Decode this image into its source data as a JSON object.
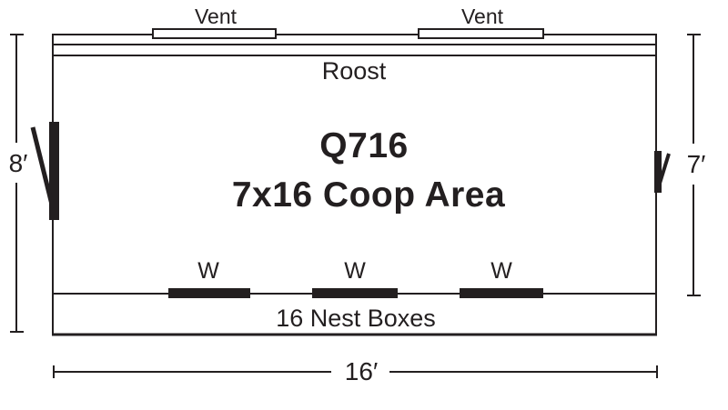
{
  "plan": {
    "model": "Q716",
    "area_label": "7x16 Coop Area",
    "roost_label": "Roost",
    "nest_boxes_label": "16 Nest Boxes",
    "vents": [
      {
        "label": "Vent"
      },
      {
        "label": "Vent"
      }
    ],
    "windows": [
      {
        "label": "W"
      },
      {
        "label": "W"
      },
      {
        "label": "W"
      }
    ],
    "dimensions": {
      "left_height": "8′",
      "right_height": "7′",
      "bottom_width": "16′"
    },
    "colors": {
      "ink": "#231f20",
      "background": "#ffffff"
    }
  }
}
